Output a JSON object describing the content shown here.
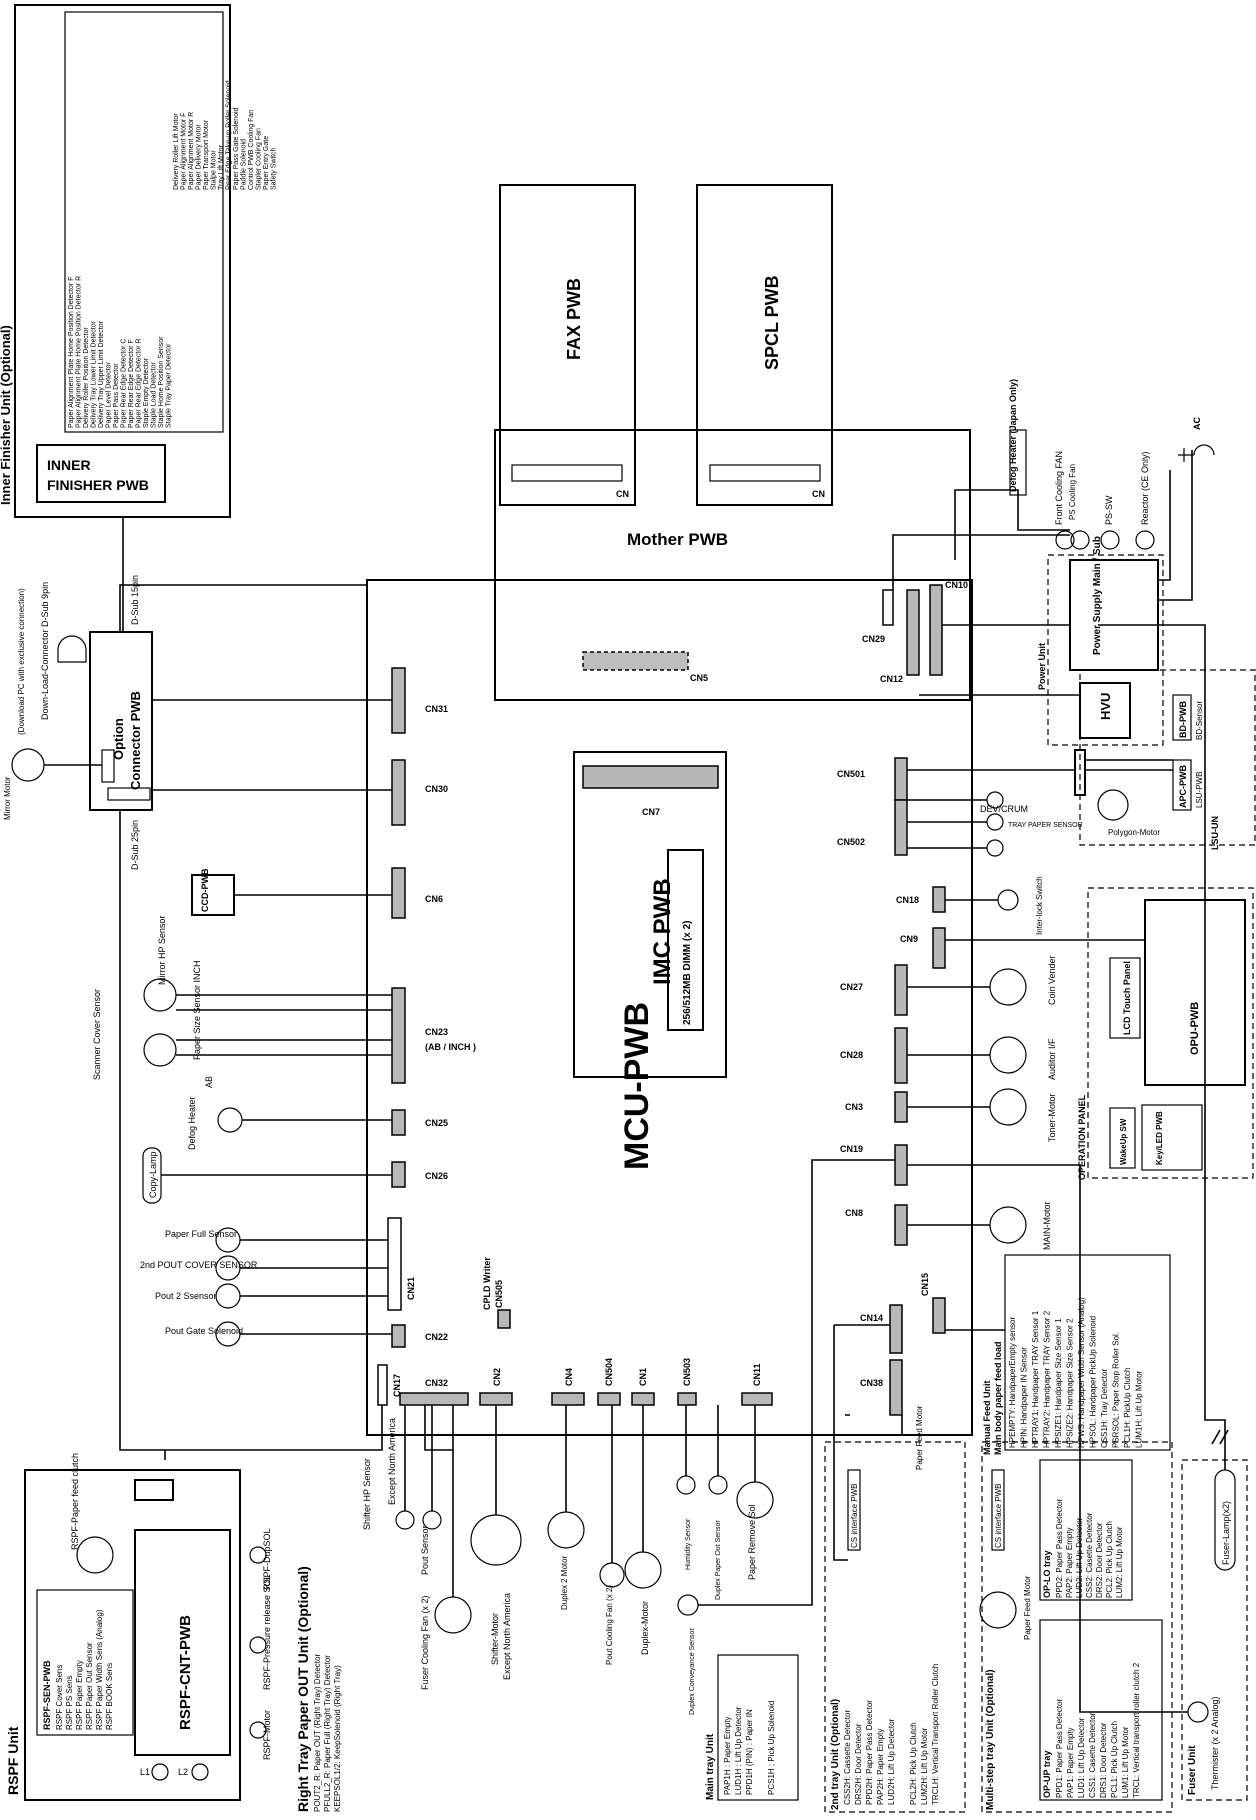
{
  "board_labels": {
    "mcu": "MCU-PWB",
    "imc": "IMC PWB",
    "imc_dimm": "256/512MB DIMM (x 2)",
    "mother": "Mother PWB",
    "fax": "FAX PWB",
    "spcl": "SPCL PWB",
    "cn_fax": "CN",
    "cn_spcl": "CN",
    "inner_finisher": "INNER FINISHER PWB",
    "option_connector": "Option Connector PWB",
    "ccd": "CCD-PWB",
    "rspf_cnt": "RSPF-CNT-PWB",
    "power_supply": "Power Supply Main / Sub",
    "power_unit": "Power Unit",
    "hvu": "HVU",
    "apc": "APC-PWB",
    "bd": "BD-PWB",
    "lsu_pwb": "LSU-PWB",
    "lsu_un": "LSU-UN",
    "opu": "OPU-PWB",
    "lcd": "LCD Touch Panel",
    "wakeup": "WakeUp SW",
    "keyled": "Key/LED PWB",
    "operation_panel": "OPERATION PANEL",
    "cplc": "CPLD Writer",
    "cs_interface_1": "CS interface PWB",
    "cs_interface_2": "CS interface PWB"
  },
  "connectors": {
    "cn31": "CN31",
    "cn30": "CN30",
    "cn6": "CN6",
    "cn23": "CN23",
    "cn23_sub": "(AB / INCH )",
    "cn25": "CN25",
    "cn26": "CN26",
    "cn21": "CN21",
    "cn22": "CN22",
    "cn5": "CN5",
    "cn7": "CN7",
    "cn17": "CN17",
    "cn32": "CN32",
    "cn2": "CN2",
    "cn4": "CN4",
    "cn504": "CN504",
    "cn1": "CN1",
    "cn503": "CN503",
    "cn11": "CN11",
    "cn505": "CN505",
    "cn38": "CN38",
    "cn14": "CN14",
    "cn15": "CN15",
    "cn8": "CN8",
    "cn19": "CN19",
    "cn3": "CN3",
    "cn28": "CN28",
    "cn27": "CN27",
    "cn9": "CN9",
    "cn18": "CN18",
    "cn502": "CN502",
    "cn501": "CN501",
    "cn12": "CN12",
    "cn29": "CN29",
    "cn10": "CN10"
  },
  "peripherals": {
    "mirror_hp": "Mirror HP Sensor",
    "paper_size_inch": "Paper Size Sensor INCH",
    "scanner_cover": "Scanner Cover Sensor",
    "ab": "AB",
    "defog_heater_left": "Defog Heater",
    "copy_lamp": "Copy-Lamp",
    "paper_full": "Paper Full Sensor",
    "second_pout": "2nd POUT COVER SENSOR",
    "pout2": "Pout 2 Ssensor",
    "pout_gate": "Pout Gate Solenoid",
    "shifter_hp": "Shifter HP Sensor",
    "except_na_1": "Except North America",
    "pout_sensor": "Pout Sensor",
    "fuser_fan": "Fuser Cooling Fan (x 2)",
    "shifter_motor": "Shifter-Motor",
    "except_na_2": "Except North America",
    "duplex2_motor": "Duplex 2 Motor",
    "pout_cooling_fan": "Pout Cooling Fan (x 2)",
    "duplex_motor": "Duplex-Motor",
    "humidity": "Humidity Sensor",
    "duplex_paper_out": "Duplex Paper Out Sensor",
    "paper_remove": "Paper Remove Sol",
    "duplex_conveyance": "Duplex Conveyance Sensor",
    "paper_feed_motor_1": "Paper Feed Motor",
    "paper_feed_motor_2": "Paper Feed Motor",
    "main_motor": "MAIN-Motor",
    "toner_motor": "Toner-Motor",
    "auditor": "Auditor I/F",
    "coin_vender": "Coin Vender",
    "interlock": "Inter-lock Switch",
    "dev_crum": "DEV/CRUM",
    "tray_paper_sensor": "TRAY PAPER SENSOR",
    "polygon_motor": "Polygon-Motor",
    "bd_sensor": "BD-Sensor",
    "front_fan": "Front Cooling FAN",
    "ps_fan": "PS Cooling Fan",
    "ps_sw": "PS-SW",
    "reactor": "Reactor (CE Only)",
    "ac": "AC",
    "defog_japan": "Defog Heater (Japan Only)",
    "fuser_lamp": "Fuser-Lamp(x2)",
    "thermister": "Thermister (x 2 Analog)",
    "fuser_unit": "Fuser Unit",
    "mirror_motor": "Mirror Motor",
    "download_connector": "Down-Load-Connector D-Sub 9pin",
    "download_pc": "(Download PC with exclusive connection)",
    "dsub15": "D-Sub 15pin",
    "dsub25": "D-Sub 25pin",
    "rspf_paper_feed": "RSPF-Paper feed clutch",
    "rspf_dupsol": "RSPF-DupSOL",
    "rspf_pressure": "RSPF-Pressure release SOL",
    "rspf_motor": "RSPF-Motor",
    "l1": "L1",
    "l2": "L2"
  },
  "inner_finisher_list": {
    "title": "Inner Finisher Unit (Optional)",
    "col1": [
      "Paper Alignment Plate Home Position Detector F",
      "Paper Alignment Plate Home Position Detector R",
      "Delivery Roller Position Detector",
      "Delivery Tray Lower Limit Detector",
      "Delivery Tray Upper Limit Detector",
      "Paper Level Detector",
      "Paper Pass Detector",
      "Paper Rear Edge Detector C",
      "Paper Rear Edge Detector F",
      "Paper Rear Edge Detector R",
      "Staple Empty Detector",
      "Staple Load Detector",
      "Staple Home Position Sensor",
      "Staple Tray Paper Detector"
    ],
    "col2": [
      "Delivery Roller Lift Motor",
      "Paper Alignment Motor F",
      "Paper Alignment Motor R",
      "Paper Delivery Motor",
      "Paper Transport Motor",
      "Stalpe Motor",
      "Tray Lift Motor",
      "Rear Edge Take-up Roller Solenoid",
      "Paper Pass Gate Solenoid",
      "Paddle Solenoid",
      "Control PWB Cooling Fan",
      "Stapler Cooling Fan",
      "Paper Entry Gate",
      "Safety Switch"
    ]
  },
  "rspf": {
    "unit_title": "RSPF Unit",
    "sen_title": "RSPF-SEN-PWB",
    "sen_items": [
      "RSPF Cover Sens",
      "RSPF PS Sens",
      "RSPF Paper Empty",
      "RSPF Paper Out Sensor",
      "RSPF Paper Width Sens (Analog)",
      "RSPF BOOK Sens"
    ]
  },
  "right_tray": {
    "title": "Right Tray Paper OUT Unit (Optional)",
    "items": [
      "POUT2_R: Paper OUT (Right Tray) Detector",
      "PFULL2_R: Paper Full (Right Tray) Detector",
      "KEEPSOL1/2: KeepSolenoid (Right Tray)"
    ]
  },
  "main_tray": {
    "title": "Main tray Unit",
    "items": [
      "PAP1H : Paper Empty",
      "LUD1H : Lift Up Detector",
      "PPD1H (PIN) : Paper IN",
      "",
      "PCS1H ; Pick Up Solenoid"
    ]
  },
  "tray2": {
    "title": "2nd tray Unit (Optional)",
    "items": [
      "CSS2H: Cassette Detector",
      "DRS2H: Door Detector",
      "PPD2H: Paper Pass Detector",
      "PAP2H: Paper Empty",
      "LUD2H: Lift Up Detector",
      "",
      "PCL2H: Pick Up Clutch",
      "LUM2H: Lift Up Motor",
      "TRCLH: Vertical Transport Roller Clutch"
    ]
  },
  "multistep": {
    "title": "Multi-step tray Unit (Optional)",
    "lo_title": "OP-LO tray",
    "lo_items": [
      "PPD2: Paper Pass Detector",
      "PAP2: Paper Empty",
      "LUD2: Lift Up Detector",
      "CSS2: Casette Detector",
      "DRS2: Door Detector",
      "PCL2: Pick Up Clutch",
      "LUM2: Lift Up Motor"
    ],
    "up_title": "OP-UP tray",
    "up_items": [
      "PPD1: Paper Pass Detector",
      "PAP1: Paper Empty",
      "LUD1: Lift Up Detector",
      "CSS1: Casette Detector",
      "DRS1: Door Detector",
      "PCL1: Pick Up Clutch",
      "LUM1: Lift Up Motor",
      "TRCL: Vertical transport roller clutch 2"
    ]
  },
  "manual_feed": {
    "title": "Manual Feed Unit",
    "subtitle": "Main body paper feed load",
    "items": [
      "HPEMPTY: HandpaperEmpty sensor",
      "HPIN: Handpaper IN Sensor",
      "HPTRAY1: Handpaper TRAY Sensor 1",
      "HPTRAY2: Handpaper TRAY Sensor 2",
      "HPSIZE1: Handpaper Size Sensor 1",
      "HPSIZE2: Handpaper Size Sensor 2",
      "HPWS: Handpaper Width Sensor (Analog)",
      "HPSOL: Handpaper PickUp Solenoid",
      "CSS1H: Tray Detector",
      "PSRSOL: Paper Stop Roller Sol.",
      "PCL1H: PickUp Clutch",
      "LUM1H: Lift Up Motor"
    ]
  }
}
